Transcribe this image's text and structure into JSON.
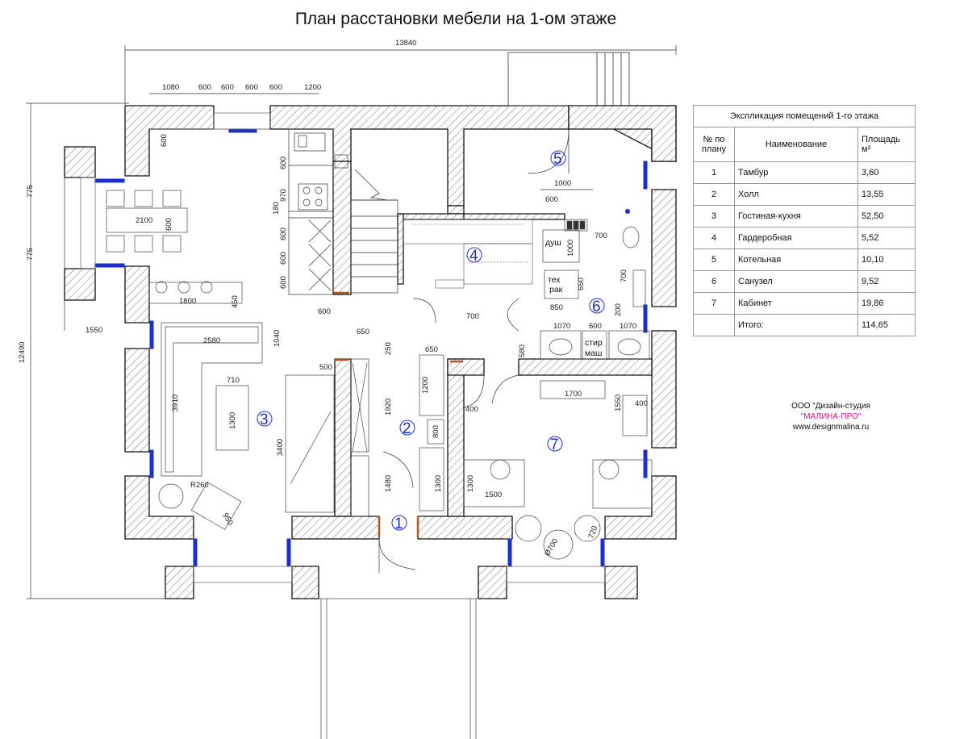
{
  "title": "План расстановки мебели на 1-ом этаже",
  "dimensions": {
    "overall_width": "13840",
    "overall_height": "12490",
    "top_segments": [
      "1080",
      "600",
      "600",
      "600",
      "600",
      "1200"
    ],
    "left_775_a": "775",
    "left_775_b": "775",
    "left_1550": "1550",
    "dim_600_window": "600",
    "dim_2100": "2100",
    "dim_600_table": "600",
    "dim_1800": "1800",
    "dim_450": "450",
    "kitchen_stack": [
      "600",
      "970",
      "180",
      "600",
      "600",
      "600"
    ],
    "dim_600_stair": "600",
    "dim_2580": "2580",
    "dim_1040": "1040",
    "dim_3910": "3910",
    "dim_710": "710",
    "dim_1300_table": "1300",
    "dim_r260": "R260",
    "dim_950": "950",
    "dim_500": "500",
    "dim_3400": "3400",
    "dim_650_a": "650",
    "dim_250": "250",
    "dim_1920": "1920",
    "dim_1480": "1480",
    "dim_650_b": "650",
    "dim_1200": "1200",
    "dim_800": "800",
    "dim_1300_hall": "1300",
    "dim_1000": "1000",
    "dim_600_boiler": "600",
    "dim_700_wc": "700",
    "dim_1000_shower": "1000",
    "dim_650_rack": "650",
    "dim_700_bath": "700",
    "dim_700_closet": "700",
    "dim_850": "850",
    "dim_200": "200",
    "dim_580": "580",
    "bath_row": [
      "1070",
      "600",
      "1070"
    ],
    "dim_1700": "1700",
    "dim_400_a": "400",
    "dim_1550_office": "1550",
    "dim_400_b": "400",
    "dim_1300_office": "1300",
    "dim_1500": "1500",
    "dim_720": "720",
    "dim_d700": "Ø700"
  },
  "fixtures": {
    "shower": "душ",
    "tech_rack_1": "тех",
    "tech_rack_2": "рак",
    "washer_1": "стир",
    "washer_2": "маш"
  },
  "room_numbers": [
    "1",
    "2",
    "3",
    "4",
    "5",
    "6",
    "7"
  ],
  "explication": {
    "caption": "Экспликация помещений 1-го этажа",
    "headers": {
      "no": "№ по плану",
      "name": "Наименование",
      "area": "Площадь м²"
    },
    "rows": [
      {
        "no": "1",
        "name": "Тамбур",
        "area": "3,60"
      },
      {
        "no": "2",
        "name": "Холл",
        "area": "13,55"
      },
      {
        "no": "3",
        "name": "Гостиная-кухня",
        "area": "52,50"
      },
      {
        "no": "4",
        "name": "Гардеробная",
        "area": "5,52"
      },
      {
        "no": "5",
        "name": "Котельная",
        "area": "10,10"
      },
      {
        "no": "6",
        "name": "Санузел",
        "area": "9,52"
      },
      {
        "no": "7",
        "name": "Кабинет",
        "area": "19,86"
      }
    ],
    "total": {
      "label": "Итого:",
      "area": "114,65"
    }
  },
  "company": {
    "name": "ООО \"Дизайн-студия",
    "brand": "\"МАЛИНА-ПРО\"",
    "site": "www.designmalina.ru"
  },
  "colors": {
    "window": "#1a2fd0",
    "room_number": "#1a2fd0",
    "brand": "#e0138c",
    "door_jamb": "#b5561e"
  }
}
